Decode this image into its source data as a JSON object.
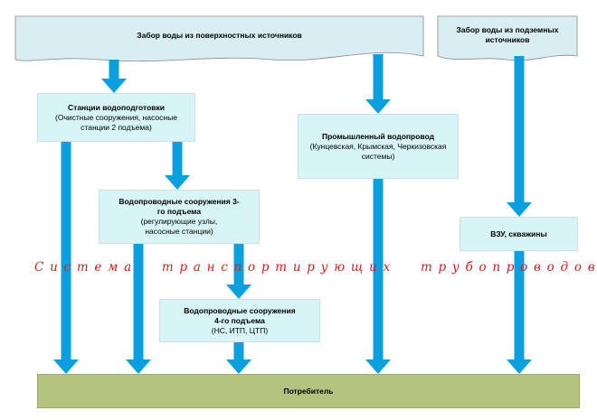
{
  "colors": {
    "arrow": "#0aa0e0",
    "box_fill": "#d7f4f6",
    "band_fill": "#d9eef2",
    "consumer_fill": "#b3c47e",
    "system_text": "#e01818"
  },
  "surface_band": {
    "label": "Забор воды из поверхностных источников"
  },
  "ground_band": {
    "label": "Забор воды из подземных источников"
  },
  "stations": {
    "title": "Станции водоподготовки",
    "subtitle": "(Очистные сооружения, насосные станции 2 подъема)"
  },
  "level3": {
    "title": "Водопроводные сооружения 3-го подъема",
    "subtitle": "(регулирующие узлы, насосные станции)"
  },
  "level4": {
    "title": "Водопроводные сооружения 4-го подъема",
    "subtitle": "(НС, ИТП, ЦТП)"
  },
  "industrial": {
    "title": "Промышленный водопровод",
    "subtitle": "(Кунцевская, Крымская, Черкизовская системы)"
  },
  "vzu": {
    "title": "ВЗУ, скважины"
  },
  "system_label": "Система транспортирующих трубопроводов",
  "consumer": {
    "label": "Потребитель"
  }
}
